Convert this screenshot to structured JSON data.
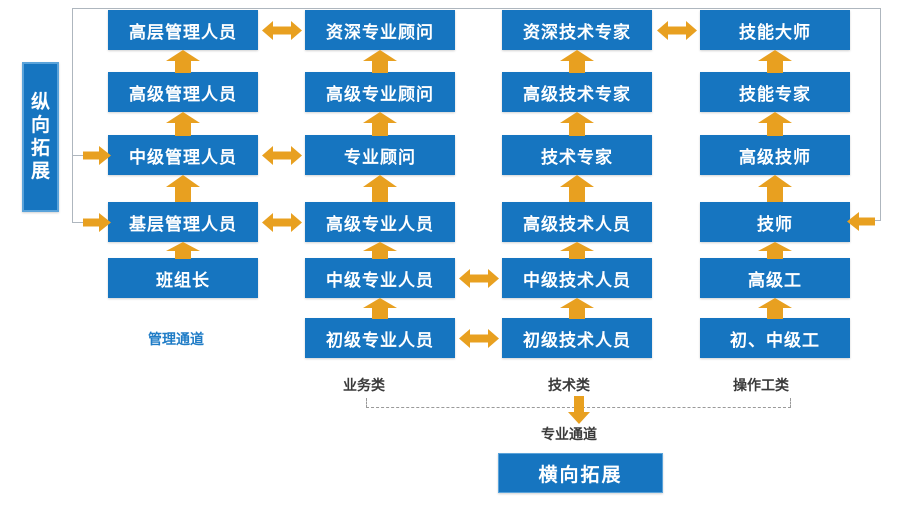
{
  "diagram": {
    "title_side": "纵向拓展",
    "title_footer": "横向拓展",
    "accent_blue": "#1675C0",
    "accent_orange": "#E8A020",
    "frame_grey": "#AEB6BE"
  },
  "columns": [
    {
      "key": "management",
      "channel_label": "管理通道",
      "category_label": "",
      "boxes": [
        {
          "row": 1,
          "label": "高层管理人员"
        },
        {
          "row": 2,
          "label": "高级管理人员"
        },
        {
          "row": 3,
          "label": "中级管理人员"
        },
        {
          "row": 4,
          "label": "基层管理人员"
        },
        {
          "row": 5,
          "label": "班组长"
        }
      ]
    },
    {
      "key": "professional",
      "channel_label": "",
      "category_label": "业务类",
      "boxes": [
        {
          "row": 1,
          "label": "资深专业顾问"
        },
        {
          "row": 2,
          "label": "高级专业顾问"
        },
        {
          "row": 3,
          "label": "专业顾问"
        },
        {
          "row": 4,
          "label": "高级专业人员"
        },
        {
          "row": 5,
          "label": "中级专业人员"
        },
        {
          "row": 6,
          "label": "初级专业人员"
        }
      ]
    },
    {
      "key": "technical",
      "channel_label": "",
      "category_label": "技术类",
      "boxes": [
        {
          "row": 1,
          "label": "资深技术专家"
        },
        {
          "row": 2,
          "label": "高级技术专家"
        },
        {
          "row": 3,
          "label": "技术专家"
        },
        {
          "row": 4,
          "label": "高级技术人员"
        },
        {
          "row": 5,
          "label": "中级技术人员"
        },
        {
          "row": 6,
          "label": "初级技术人员"
        }
      ]
    },
    {
      "key": "operator",
      "channel_label": "",
      "category_label": "操作工类",
      "boxes": [
        {
          "row": 1,
          "label": "技能大师"
        },
        {
          "row": 2,
          "label": "技能专家"
        },
        {
          "row": 3,
          "label": "高级技师"
        },
        {
          "row": 4,
          "label": "技师"
        },
        {
          "row": 5,
          "label": "高级工"
        },
        {
          "row": 6,
          "label": "初、中级工"
        }
      ]
    }
  ],
  "bracket": {
    "label": "专业通道"
  },
  "icons": {
    "up_arrow": "arrow-up-icon",
    "double_arrow": "arrow-left-right-icon",
    "right_arrow": "arrow-right-icon",
    "left_arrow": "arrow-left-icon",
    "down_arrow": "arrow-down-icon"
  }
}
